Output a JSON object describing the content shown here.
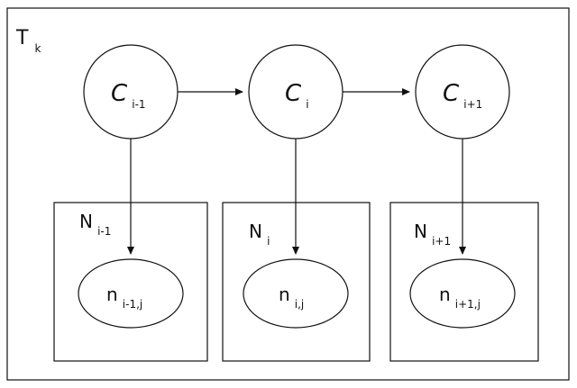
{
  "diagram": {
    "outer_plate_label": "T",
    "outer_plate_subscript": "k",
    "nodes": [
      {
        "main": "C",
        "sub": "i-1"
      },
      {
        "main": "C",
        "sub": "i"
      },
      {
        "main": "C",
        "sub": "i+1"
      }
    ],
    "plates": [
      {
        "label_main": "N",
        "label_sub": "i-1",
        "inner_main": "n",
        "inner_sub": "i-1,j"
      },
      {
        "label_main": "N",
        "label_sub": "i",
        "inner_main": "n",
        "inner_sub": "i,j"
      },
      {
        "label_main": "N",
        "label_sub": "i+1",
        "inner_main": "n",
        "inner_sub": "i+1,j"
      }
    ]
  }
}
